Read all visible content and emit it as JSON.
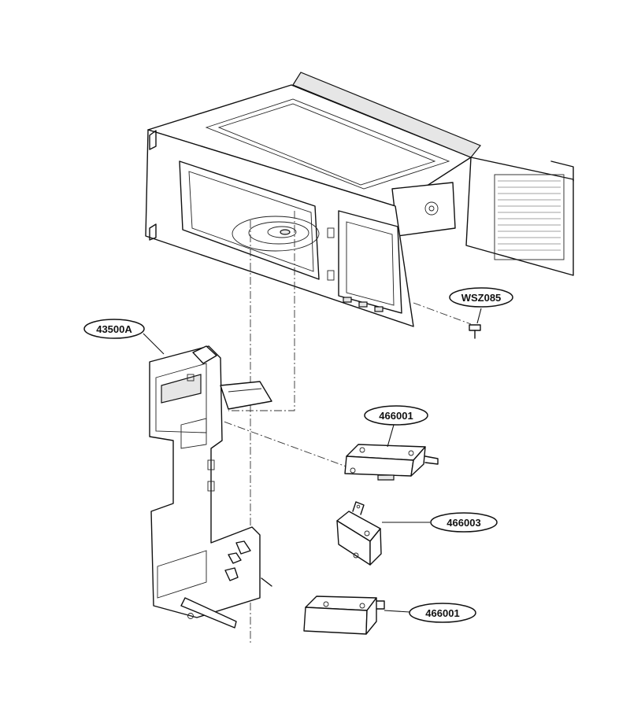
{
  "callouts": {
    "wsz085": "WSZ085",
    "part_43500a": "43500A",
    "switch_upper": "466001",
    "switch_middle": "466003",
    "switch_lower": "466001"
  }
}
